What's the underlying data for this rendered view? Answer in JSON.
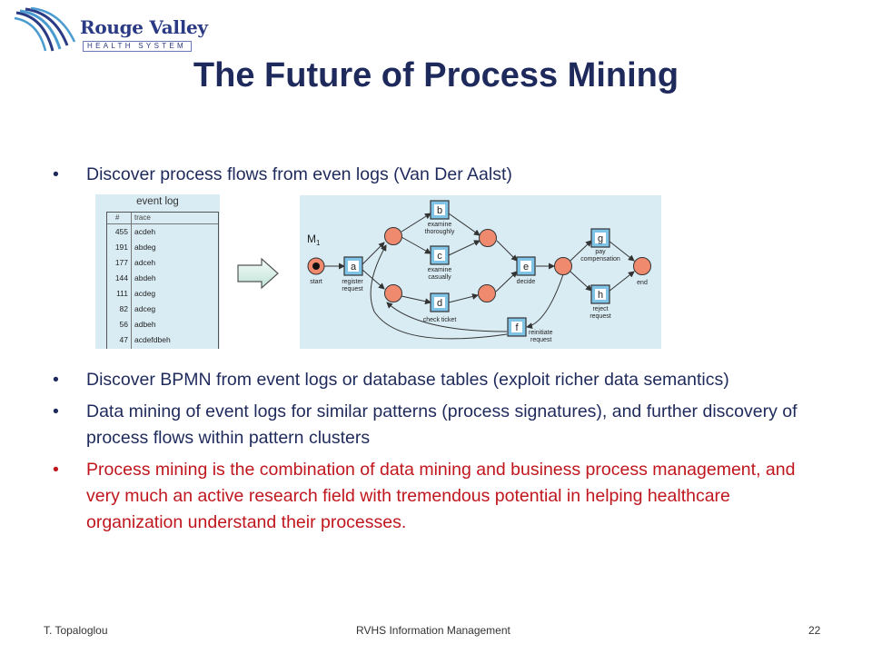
{
  "logo": {
    "name": "Rouge Valley",
    "subtitle": "HEALTH SYSTEM"
  },
  "title": "The Future of Process Mining",
  "bullets_top": [
    {
      "text": "Discover process flows from even logs (Van Der Aalst)"
    }
  ],
  "event_log": {
    "caption": "event log",
    "headers": {
      "count": "#",
      "trace": "trace"
    },
    "rows": [
      {
        "count": "455",
        "trace": "acdeh"
      },
      {
        "count": "191",
        "trace": "abdeg"
      },
      {
        "count": "177",
        "trace": "adceh"
      },
      {
        "count": "144",
        "trace": "abdeh"
      },
      {
        "count": "111",
        "trace": "acdeg"
      },
      {
        "count": "82",
        "trace": "adceg"
      },
      {
        "count": "56",
        "trace": "adbeh"
      },
      {
        "count": "47",
        "trace": "acdefdbeh"
      }
    ]
  },
  "process_model": {
    "model_label": "M",
    "model_subscript": "1",
    "start_label": "start",
    "end_label": "end",
    "transitions": {
      "a": {
        "letter": "a",
        "label_1": "register",
        "label_2": "request"
      },
      "b": {
        "letter": "b",
        "label_1": "examine",
        "label_2": "thoroughly"
      },
      "c": {
        "letter": "c",
        "label_1": "examine",
        "label_2": "casually"
      },
      "d": {
        "letter": "d",
        "label_1": "check ticket"
      },
      "e": {
        "letter": "e",
        "label_1": "decide"
      },
      "f": {
        "letter": "f",
        "label_1": "reinitiate",
        "label_2": "request"
      },
      "g": {
        "letter": "g",
        "label_1": "pay",
        "label_2": "compensation"
      },
      "h": {
        "letter": "h",
        "label_1": "reject",
        "label_2": "request"
      }
    }
  },
  "bullets_bottom": [
    {
      "text": "Discover BPMN from event logs or database tables (exploit richer data semantics)"
    },
    {
      "text": "Data mining of event logs for similar patterns (process signatures), and further discovery of process flows within pattern clusters"
    },
    {
      "text": "Process mining is the combination of data mining and business process management, and very much an active research field with tremendous potential in helping healthcare organization  understand their processes."
    }
  ],
  "colors": {
    "title": "#1f2a5c",
    "highlight": "#c0161d",
    "place_fill": "#f08a6e",
    "figure_bg": "#d9ecf4"
  },
  "footer": {
    "author": "T. Topaloglou",
    "center": "RVHS Information Management",
    "page": "22"
  }
}
